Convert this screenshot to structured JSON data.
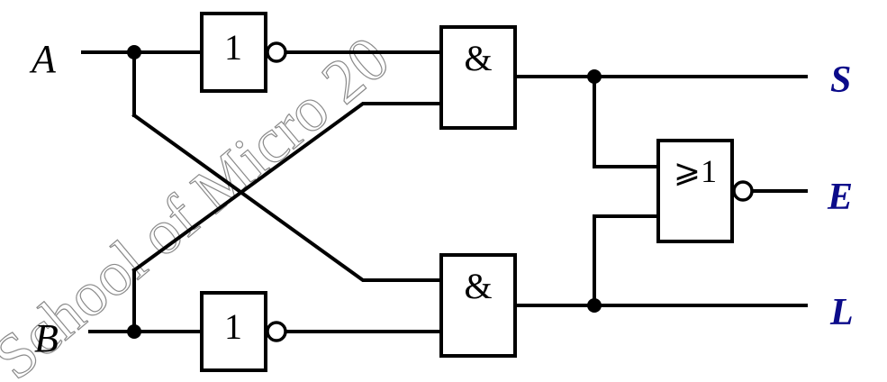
{
  "inputs": {
    "a": "A",
    "b": "B"
  },
  "outputs": {
    "s": "S",
    "e": "E",
    "l": "L"
  },
  "gates": {
    "not_top": "1",
    "not_bottom": "1",
    "and_top": "&",
    "and_bottom": "&",
    "nor": "⩾1"
  },
  "watermark": "School of Micro 20",
  "colors": {
    "wire": "#000000",
    "output_label": "#0b0b8a",
    "watermark": "#8a8a8a"
  }
}
